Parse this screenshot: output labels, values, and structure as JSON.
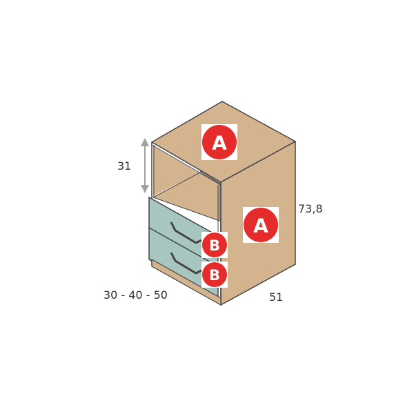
{
  "dimensions": {
    "shelf_height": "31",
    "total_height": "73,8",
    "width_options": "30 - 40 - 50",
    "depth": "51"
  },
  "labels": {
    "panel_a_top": "A",
    "panel_a_side": "A",
    "drawer_b_upper": "B",
    "drawer_b_lower": "B"
  },
  "colors": {
    "wood": "#d4b48f",
    "edge": "#444444",
    "drawer": "#a8c6c0",
    "badge": "#e62b2b",
    "arrow": "#a0a0a0"
  }
}
